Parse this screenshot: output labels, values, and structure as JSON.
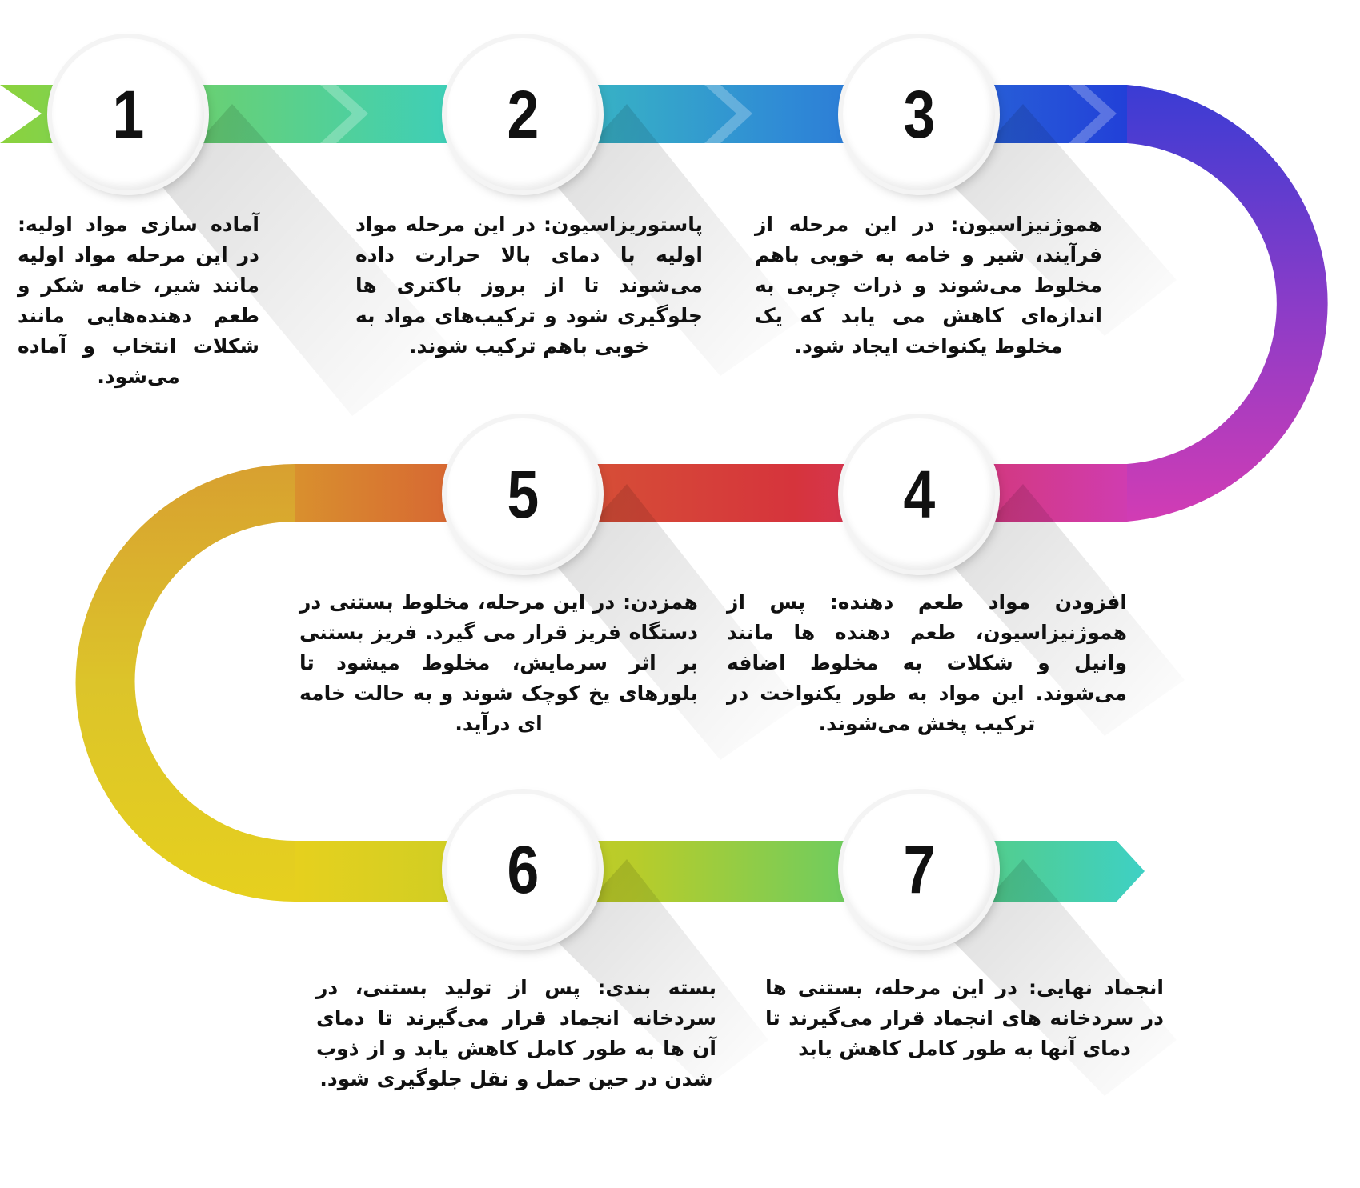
{
  "steps": [
    {
      "number": "1",
      "text": "آماده سازی مواد اولیه: در این مرحله مواد اولیه مانند شیر، خامه شکر و طعم دهنده‌هایی مانند شکلات انتخاب و آماده می‌شود."
    },
    {
      "number": "2",
      "text": "پاستوریزاسیون: در این مرحله مواد اولیه با دمای بالا حرارت داده می‌شوند تا از بروز باکتری ها جلوگیری شود و ترکیب‌های مواد به خوبی باهم ترکیب شوند."
    },
    {
      "number": "3",
      "text": "هموژنیزاسیون: در این مرحله از فرآیند، شیر و خامه به خوبی باهم مخلوط می‌شوند و ذرات چربی به اندازه‌ای کاهش می یابد که یک مخلوط یکنواخت ایجاد شود."
    },
    {
      "number": "4",
      "text": "افزودن مواد طعم دهنده: پس از هموژنیزاسیون، طعم دهنده ها مانند وانیل و شکلات به مخلوط اضافه می‌شوند. این مواد به طور یکنواخت در ترکیب پخش می‌شوند."
    },
    {
      "number": "5",
      "text": "همزدن: در این مرحله، مخلوط بستنی در دستگاه فریز قرار می گیرد. فریز بستنی بر اثر سرمایش، مخلوط میشود تا بلورهای یخ کوچک شوند و به حالت خامه ای درآید."
    },
    {
      "number": "6",
      "text": "بسته بندی: پس از تولید بستنی، در سردخانه انجماد قرار می‌گیرند تا دمای آن ها به طور کامل کاهش یابد و از ذوب شدن در حین حمل و نقل جلوگیری شود."
    },
    {
      "number": "7",
      "text": "انجماد نهایی: در این مرحله، بستنی ها در سردخانه های انجماد قرار می‌گیرند تا دمای آنها به طور کامل کاهش یابد"
    }
  ],
  "colors": {
    "start": "#8cd23c",
    "teal": "#3ecfb8",
    "blue": "#2246d6",
    "purple": "#c236c0",
    "red": "#d6343c",
    "orange": "#d9902e",
    "yellow": "#e2cf22"
  }
}
